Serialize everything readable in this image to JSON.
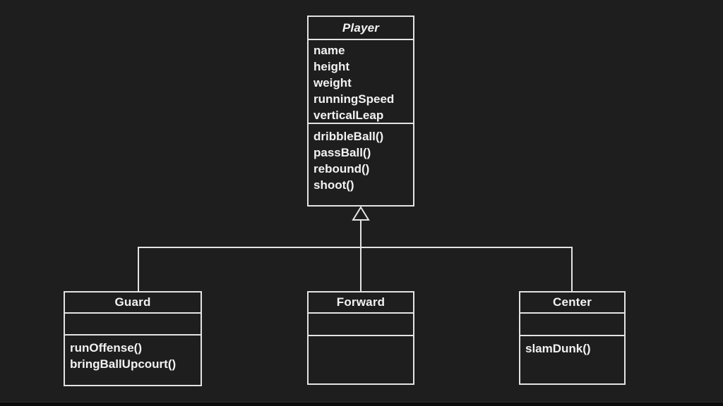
{
  "diagram": {
    "type": "uml-class-diagram",
    "background_color": "#1e1e1e",
    "line_color": "#e3e3e3",
    "text_color": "#f2f2f2"
  },
  "classes": [
    {
      "name": "Player",
      "abstract": true,
      "attributes": [
        "name",
        "height",
        "weight",
        "runningSpeed",
        "verticalLeap"
      ],
      "methods": [
        "dribbleBall()",
        "passBall()",
        "rebound()",
        "shoot()"
      ]
    },
    {
      "name": "Guard",
      "abstract": false,
      "attributes": [],
      "methods": [
        "runOffense()",
        "bringBallUpcourt()"
      ]
    },
    {
      "name": "Forward",
      "abstract": false,
      "attributes": [],
      "methods": []
    },
    {
      "name": "Center",
      "abstract": false,
      "attributes": [],
      "methods": [
        "slamDunk()"
      ]
    }
  ],
  "relationships": [
    {
      "type": "inheritance",
      "from": "Guard",
      "to": "Player"
    },
    {
      "type": "inheritance",
      "from": "Forward",
      "to": "Player"
    },
    {
      "type": "inheritance",
      "from": "Center",
      "to": "Player"
    }
  ]
}
